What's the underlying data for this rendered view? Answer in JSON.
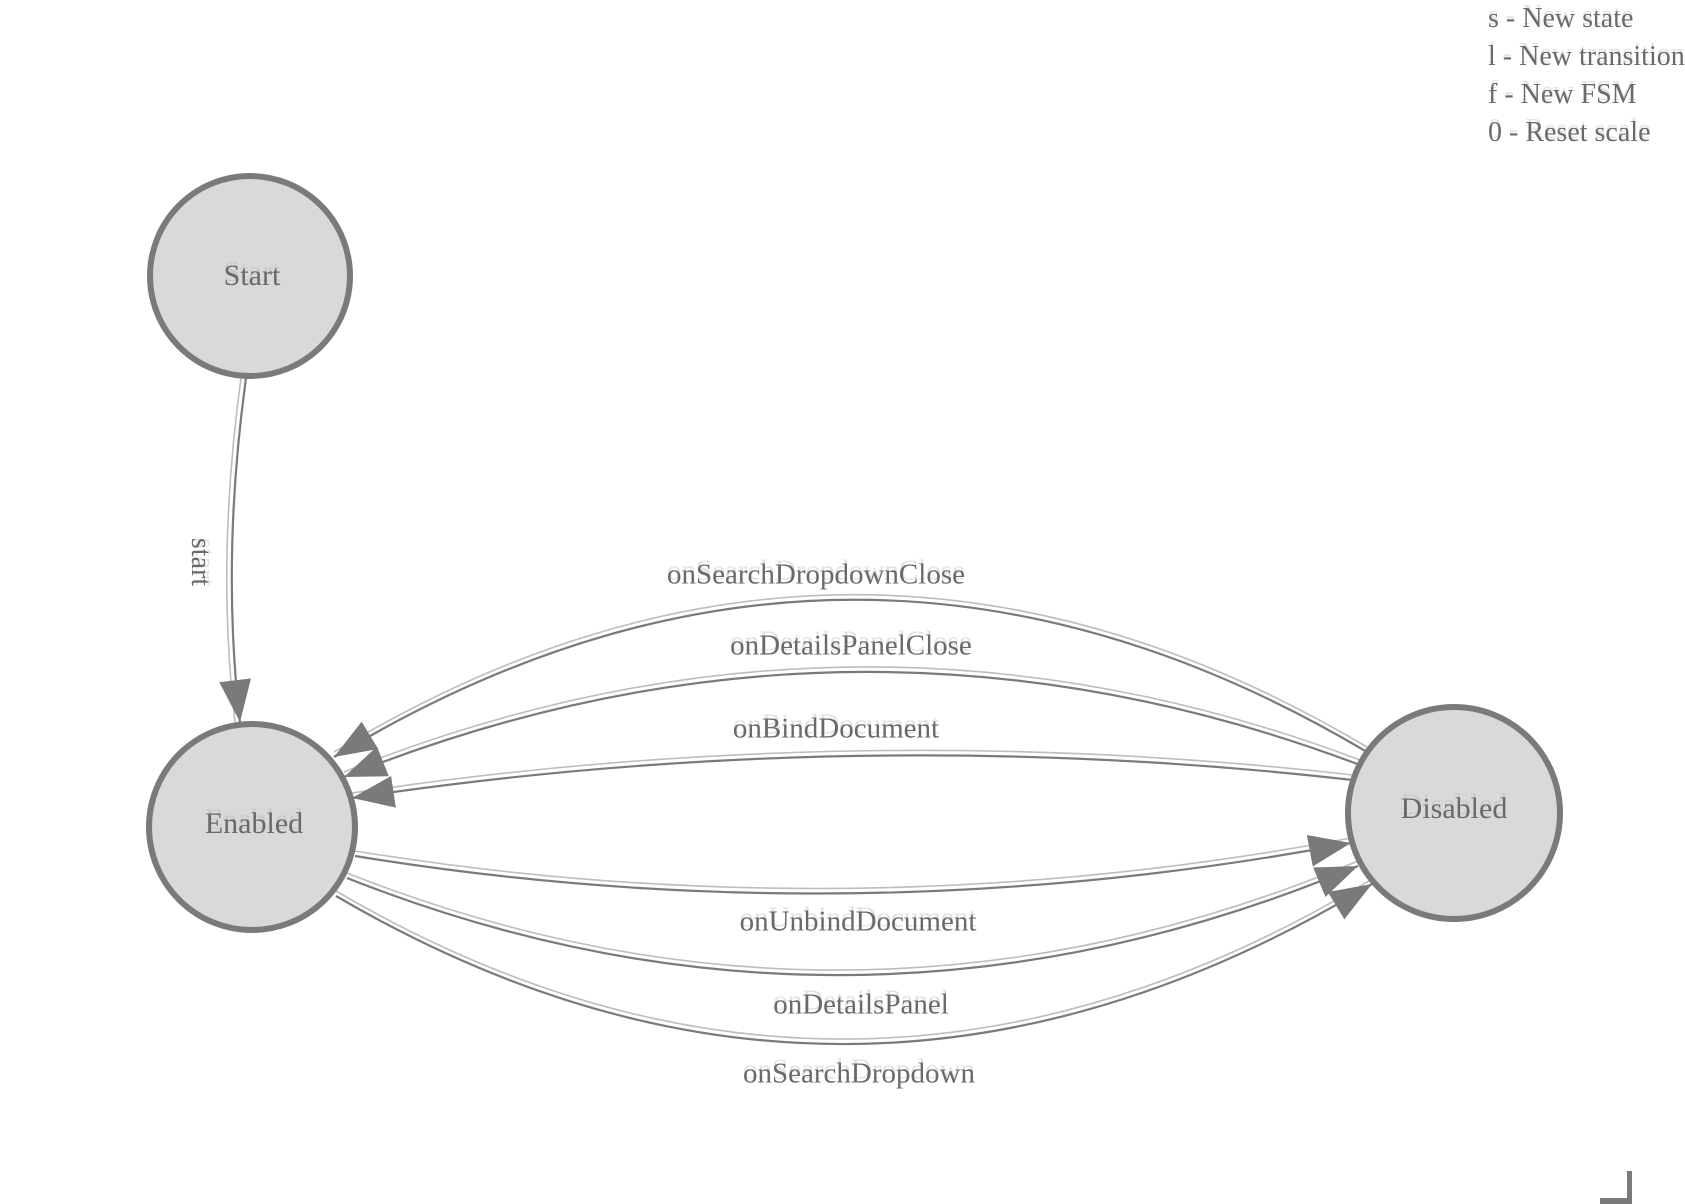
{
  "app": {
    "description": "FSM designer canvas",
    "background": "#ffffff"
  },
  "legend": {
    "lines": [
      "s - New state",
      "l - New transition",
      "f - New FSM",
      "0 - Reset scale"
    ]
  },
  "nodes": [
    {
      "id": "start",
      "label": "Start"
    },
    {
      "id": "enabled",
      "label": "Enabled"
    },
    {
      "id": "disabled",
      "label": "Disabled"
    }
  ],
  "edges": [
    {
      "from": "Start",
      "to": "Enabled",
      "label": "start"
    },
    {
      "from": "Disabled",
      "to": "Enabled",
      "label": "onSearchDropdownClose"
    },
    {
      "from": "Disabled",
      "to": "Enabled",
      "label": "onDetailsPanelClose"
    },
    {
      "from": "Disabled",
      "to": "Enabled",
      "label": "onBindDocument"
    },
    {
      "from": "Enabled",
      "to": "Disabled",
      "label": "onUnbindDocument"
    },
    {
      "from": "Enabled",
      "to": "Disabled",
      "label": "onDetailsPanel"
    },
    {
      "from": "Enabled",
      "to": "Disabled",
      "label": "onSearchDropdown"
    }
  ],
  "colors": {
    "node_fill": "#d9d9d9",
    "stroke": "#7a7a7a",
    "text": "#696969",
    "echo": "#bdbdbd"
  }
}
